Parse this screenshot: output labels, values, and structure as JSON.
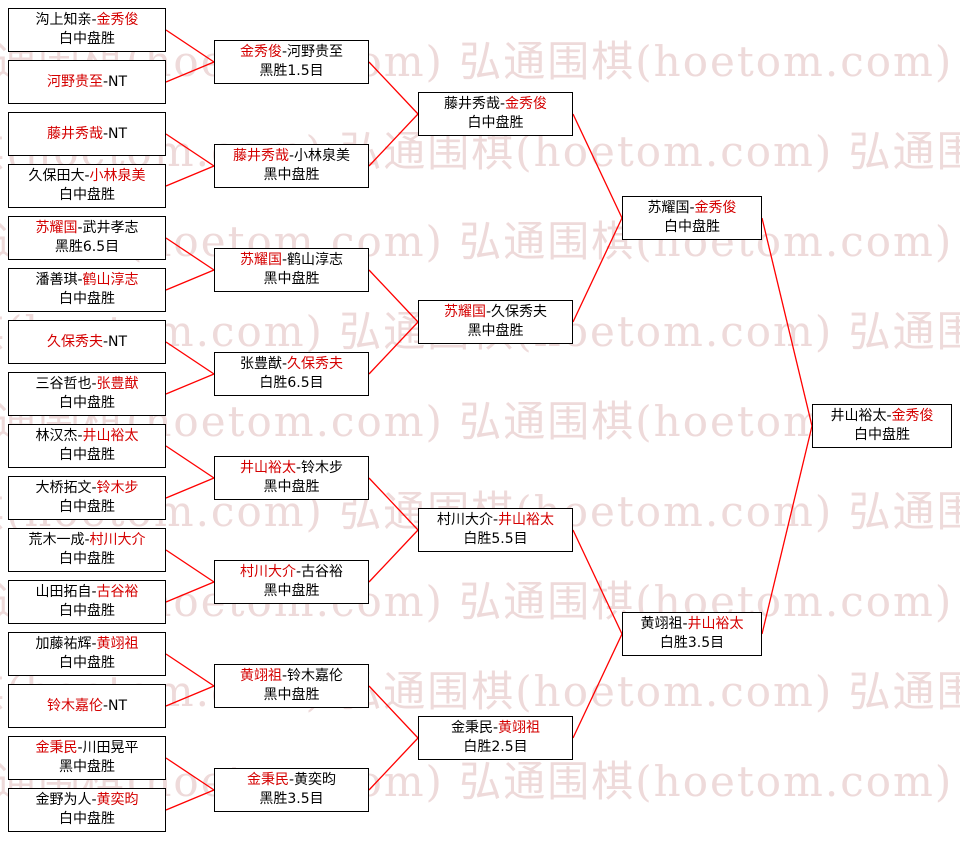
{
  "watermark": {
    "text": "弘通围棋(hoetom.com)"
  },
  "colors": {
    "winner_text": "#d40000",
    "connector_line": "#ff0000",
    "watermark": "#eedada",
    "box_border": "#000000"
  },
  "rounds": [
    {
      "id": "round1",
      "matches": [
        {
          "players": [
            {
              "text": "沟上知亲-",
              "winner": false
            },
            {
              "text": "金秀俊",
              "winner": true
            }
          ],
          "result": "白中盘胜"
        },
        {
          "players": [
            {
              "text": "河野贵至",
              "winner": true
            },
            {
              "text": "-NT",
              "winner": false
            }
          ],
          "result": null
        },
        {
          "players": [
            {
              "text": "藤井秀哉",
              "winner": true
            },
            {
              "text": "-NT",
              "winner": false
            }
          ],
          "result": null
        },
        {
          "players": [
            {
              "text": "久保田大-",
              "winner": false
            },
            {
              "text": "小林泉美",
              "winner": true
            }
          ],
          "result": "白中盘胜"
        },
        {
          "players": [
            {
              "text": "苏耀国",
              "winner": true
            },
            {
              "text": "-武井孝志",
              "winner": false
            }
          ],
          "result": "黑胜6.5目"
        },
        {
          "players": [
            {
              "text": "潘善琪-",
              "winner": false
            },
            {
              "text": "鹤山淳志",
              "winner": true
            }
          ],
          "result": "白中盘胜"
        },
        {
          "players": [
            {
              "text": "久保秀夫",
              "winner": true
            },
            {
              "text": "-NT",
              "winner": false
            }
          ],
          "result": null
        },
        {
          "players": [
            {
              "text": "三谷哲也-",
              "winner": false
            },
            {
              "text": "张豊猷",
              "winner": true
            }
          ],
          "result": "白中盘胜"
        },
        {
          "players": [
            {
              "text": "林汉杰-",
              "winner": false
            },
            {
              "text": "井山裕太",
              "winner": true
            }
          ],
          "result": "白中盘胜"
        },
        {
          "players": [
            {
              "text": "大桥拓文-",
              "winner": false
            },
            {
              "text": "铃木步",
              "winner": true
            }
          ],
          "result": "白中盘胜"
        },
        {
          "players": [
            {
              "text": "荒木一成-",
              "winner": false
            },
            {
              "text": "村川大介",
              "winner": true
            }
          ],
          "result": "白中盘胜"
        },
        {
          "players": [
            {
              "text": "山田拓自-",
              "winner": false
            },
            {
              "text": "古谷裕",
              "winner": true
            }
          ],
          "result": "白中盘胜"
        },
        {
          "players": [
            {
              "text": "加藤祐辉-",
              "winner": false
            },
            {
              "text": "黄翊祖",
              "winner": true
            }
          ],
          "result": "白中盘胜"
        },
        {
          "players": [
            {
              "text": "铃木嘉伦",
              "winner": true
            },
            {
              "text": "-NT",
              "winner": false
            }
          ],
          "result": null
        },
        {
          "players": [
            {
              "text": "金秉民",
              "winner": true
            },
            {
              "text": "-川田晃平",
              "winner": false
            }
          ],
          "result": "黑中盘胜"
        },
        {
          "players": [
            {
              "text": "金野为人-",
              "winner": false
            },
            {
              "text": "黄奕昀",
              "winner": true
            }
          ],
          "result": "白中盘胜"
        }
      ]
    },
    {
      "id": "round2",
      "matches": [
        {
          "players": [
            {
              "text": "金秀俊",
              "winner": true
            },
            {
              "text": "-河野贵至",
              "winner": false
            }
          ],
          "result": "黑胜1.5目"
        },
        {
          "players": [
            {
              "text": "藤井秀哉",
              "winner": true
            },
            {
              "text": "-小林泉美",
              "winner": false
            }
          ],
          "result": "黑中盘胜"
        },
        {
          "players": [
            {
              "text": "苏耀国",
              "winner": true
            },
            {
              "text": "-鹤山淳志",
              "winner": false
            }
          ],
          "result": "黑中盘胜"
        },
        {
          "players": [
            {
              "text": "张豊猷-",
              "winner": false
            },
            {
              "text": "久保秀夫",
              "winner": true
            }
          ],
          "result": "白胜6.5目"
        },
        {
          "players": [
            {
              "text": "井山裕太",
              "winner": true
            },
            {
              "text": "-铃木步",
              "winner": false
            }
          ],
          "result": "黑中盘胜"
        },
        {
          "players": [
            {
              "text": "村川大介",
              "winner": true
            },
            {
              "text": "-古谷裕",
              "winner": false
            }
          ],
          "result": "黑中盘胜"
        },
        {
          "players": [
            {
              "text": "黄翊祖",
              "winner": true
            },
            {
              "text": "-铃木嘉伦",
              "winner": false
            }
          ],
          "result": "黑中盘胜"
        },
        {
          "players": [
            {
              "text": "金秉民",
              "winner": true
            },
            {
              "text": "-黄奕昀",
              "winner": false
            }
          ],
          "result": "黑胜3.5目"
        }
      ]
    },
    {
      "id": "round3",
      "matches": [
        {
          "players": [
            {
              "text": "藤井秀哉-",
              "winner": false
            },
            {
              "text": "金秀俊",
              "winner": true
            }
          ],
          "result": "白中盘胜"
        },
        {
          "players": [
            {
              "text": "苏耀国",
              "winner": true
            },
            {
              "text": "-久保秀夫",
              "winner": false
            }
          ],
          "result": "黑中盘胜"
        },
        {
          "players": [
            {
              "text": "村川大介-",
              "winner": false
            },
            {
              "text": "井山裕太",
              "winner": true
            }
          ],
          "result": "白胜5.5目"
        },
        {
          "players": [
            {
              "text": "金秉民-",
              "winner": false
            },
            {
              "text": "黄翊祖",
              "winner": true
            }
          ],
          "result": "白胜2.5目"
        }
      ]
    },
    {
      "id": "semifinal",
      "matches": [
        {
          "players": [
            {
              "text": "苏耀国-",
              "winner": false
            },
            {
              "text": "金秀俊",
              "winner": true
            }
          ],
          "result": "白中盘胜"
        },
        {
          "players": [
            {
              "text": "黄翊祖-",
              "winner": false
            },
            {
              "text": "井山裕太",
              "winner": true
            }
          ],
          "result": "白胜3.5目"
        }
      ]
    },
    {
      "id": "final",
      "matches": [
        {
          "players": [
            {
              "text": "井山裕太-",
              "winner": false
            },
            {
              "text": "金秀俊",
              "winner": true
            }
          ],
          "result": "白中盘胜"
        }
      ]
    }
  ]
}
